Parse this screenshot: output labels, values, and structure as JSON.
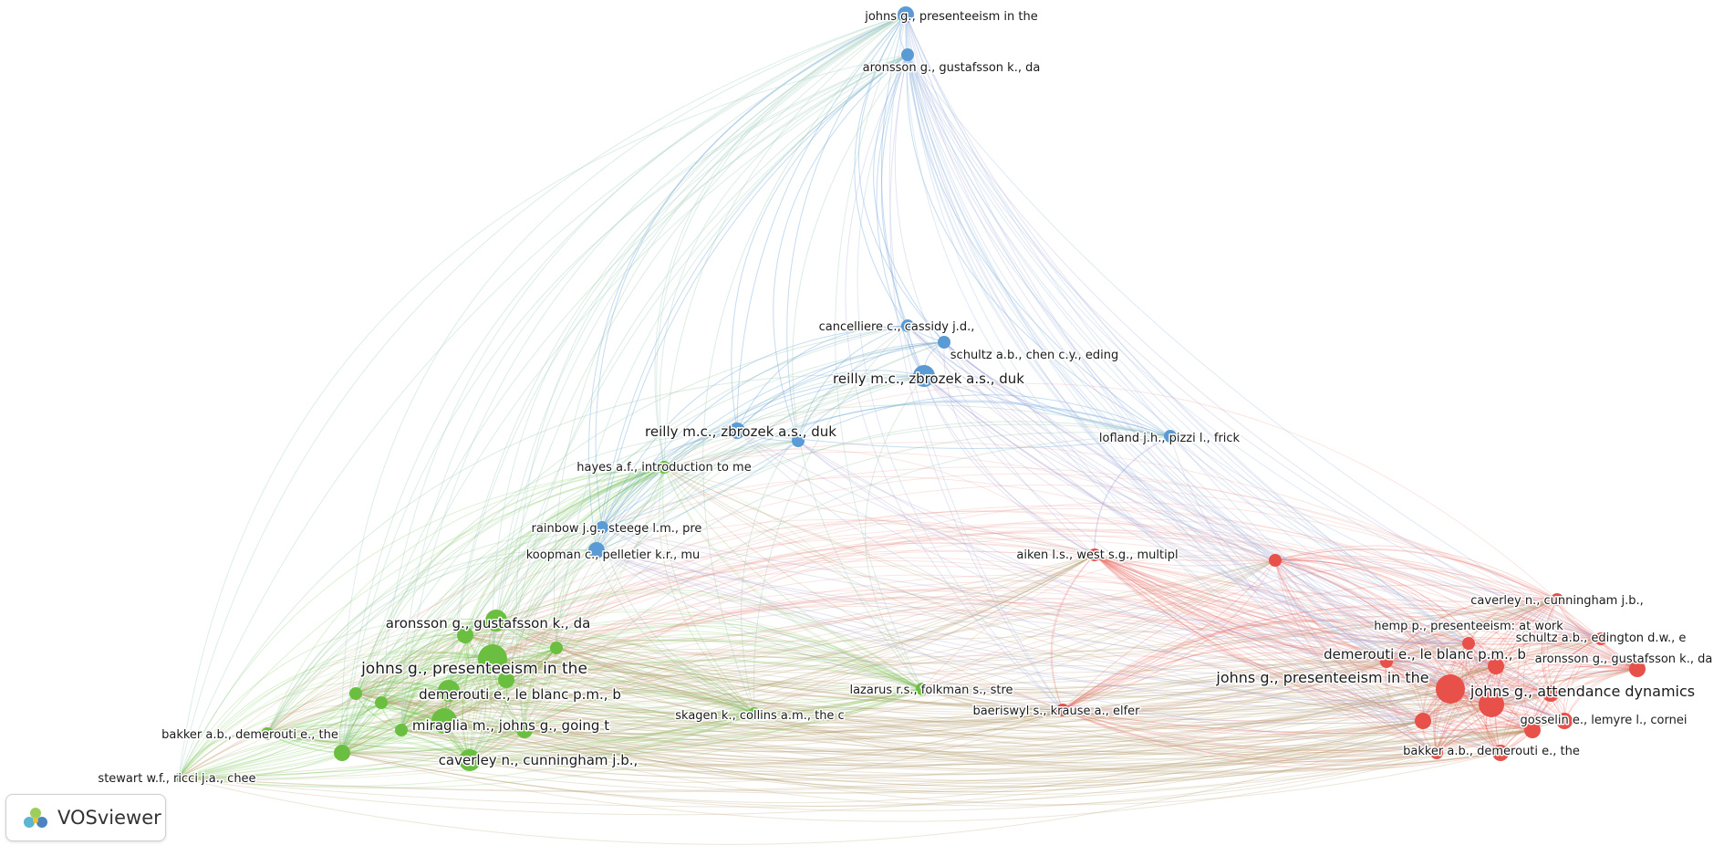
{
  "app": {
    "name": "VOSviewer",
    "logo_icon": "vosviewer-logo-icon"
  },
  "colors": {
    "blue": "#5b9bd5",
    "green": "#6abf40",
    "red": "#e8504a"
  },
  "nodes": [
    {
      "id": "b1",
      "cluster": "blue",
      "label": "johns g., presenteeism in the",
      "weight": 3
    },
    {
      "id": "b2",
      "cluster": "blue",
      "label": "aronsson g., gustafsson k., da",
      "weight": 2
    },
    {
      "id": "b3",
      "cluster": "blue",
      "label": "cancelliere c., cassidy j.d.,",
      "weight": 2
    },
    {
      "id": "b4",
      "cluster": "blue",
      "label": "schultz a.b., chen c.y., eding",
      "weight": 2
    },
    {
      "id": "b5",
      "cluster": "blue",
      "label": "reilly m.c., zbrozek a.s., duk",
      "weight": 4
    },
    {
      "id": "b6",
      "cluster": "blue",
      "label": "reilly m.c., zbrozek a.s., duk",
      "weight": 3
    },
    {
      "id": "b7",
      "cluster": "blue",
      "label": "lofland j.h., pizzi l., frick",
      "weight": 2
    },
    {
      "id": "b8",
      "cluster": "blue",
      "label": "rainbow j.g., steege l.m., pre",
      "weight": 2
    },
    {
      "id": "b9",
      "cluster": "blue",
      "label": "koopman c., pelletier k.r., mu",
      "weight": 3
    },
    {
      "id": "b10",
      "cluster": "blue",
      "label": "",
      "weight": 2
    },
    {
      "id": "g1",
      "cluster": "green",
      "label": "hayes a.f., introduction to me",
      "weight": 2
    },
    {
      "id": "g2",
      "cluster": "green",
      "label": "aronsson g., gustafsson k., da",
      "weight": 4
    },
    {
      "id": "g3",
      "cluster": "green",
      "label": "johns g., presenteeism in the",
      "weight": 6
    },
    {
      "id": "g4",
      "cluster": "green",
      "label": "demerouti e., le blanc p.m., b",
      "weight": 4
    },
    {
      "id": "g5",
      "cluster": "green",
      "label": "miraglia m., johns g., going t",
      "weight": 5
    },
    {
      "id": "g6",
      "cluster": "green",
      "label": "caverley n., cunningham j.b.,",
      "weight": 4
    },
    {
      "id": "g7",
      "cluster": "green",
      "label": "bakker a.b., demerouti e., the",
      "weight": 2
    },
    {
      "id": "g8",
      "cluster": "green",
      "label": "stewart w.f., ricci j.a., chee",
      "weight": 1
    },
    {
      "id": "g9",
      "cluster": "green",
      "label": "skagen k., collins a.m., the c",
      "weight": 2
    },
    {
      "id": "g10",
      "cluster": "green",
      "label": "lazarus r.s., folkman s., stre",
      "weight": 2
    },
    {
      "id": "g11",
      "cluster": "green",
      "label": "",
      "weight": 3
    },
    {
      "id": "g12",
      "cluster": "green",
      "label": "",
      "weight": 3
    },
    {
      "id": "g13",
      "cluster": "green",
      "label": "",
      "weight": 2
    },
    {
      "id": "g14",
      "cluster": "green",
      "label": "",
      "weight": 2
    },
    {
      "id": "g15",
      "cluster": "green",
      "label": "",
      "weight": 3
    },
    {
      "id": "g16",
      "cluster": "green",
      "label": "",
      "weight": 2
    },
    {
      "id": "g17",
      "cluster": "green",
      "label": "",
      "weight": 2
    },
    {
      "id": "g18",
      "cluster": "green",
      "label": "",
      "weight": 3
    },
    {
      "id": "r1",
      "cluster": "red",
      "label": "aiken l.s., west s.g., multipl",
      "weight": 2
    },
    {
      "id": "r2",
      "cluster": "red",
      "label": "caverley n., cunningham j.b.,",
      "weight": 2
    },
    {
      "id": "r3",
      "cluster": "red",
      "label": "hemp p., presenteeism: at work",
      "weight": 2
    },
    {
      "id": "r4",
      "cluster": "red",
      "label": "schultz a.b., edington d.w., e",
      "weight": 2
    },
    {
      "id": "r5",
      "cluster": "red",
      "label": "demerouti e., le blanc p.m., b",
      "weight": 3
    },
    {
      "id": "r6",
      "cluster": "red",
      "label": "aronsson g., gustafsson k., da",
      "weight": 3
    },
    {
      "id": "r7",
      "cluster": "red",
      "label": "johns g., presenteeism in the",
      "weight": 6
    },
    {
      "id": "r8",
      "cluster": "red",
      "label": "johns g., attendance dynamics",
      "weight": 5
    },
    {
      "id": "r9",
      "cluster": "red",
      "label": "baeriswyl s., krause a., elfer",
      "weight": 2
    },
    {
      "id": "r10",
      "cluster": "red",
      "label": "gosselin e., lemyre l., cornei",
      "weight": 3
    },
    {
      "id": "r11",
      "cluster": "red",
      "label": "bakker a.b., demerouti e., the",
      "weight": 3
    },
    {
      "id": "r12",
      "cluster": "red",
      "label": "",
      "weight": 2
    },
    {
      "id": "r13",
      "cluster": "red",
      "label": "",
      "weight": 3
    },
    {
      "id": "r14",
      "cluster": "red",
      "label": "",
      "weight": 3
    },
    {
      "id": "r15",
      "cluster": "red",
      "label": "",
      "weight": 2
    },
    {
      "id": "r16",
      "cluster": "red",
      "label": "",
      "weight": 3
    },
    {
      "id": "r17",
      "cluster": "red",
      "label": "",
      "weight": 2
    }
  ]
}
